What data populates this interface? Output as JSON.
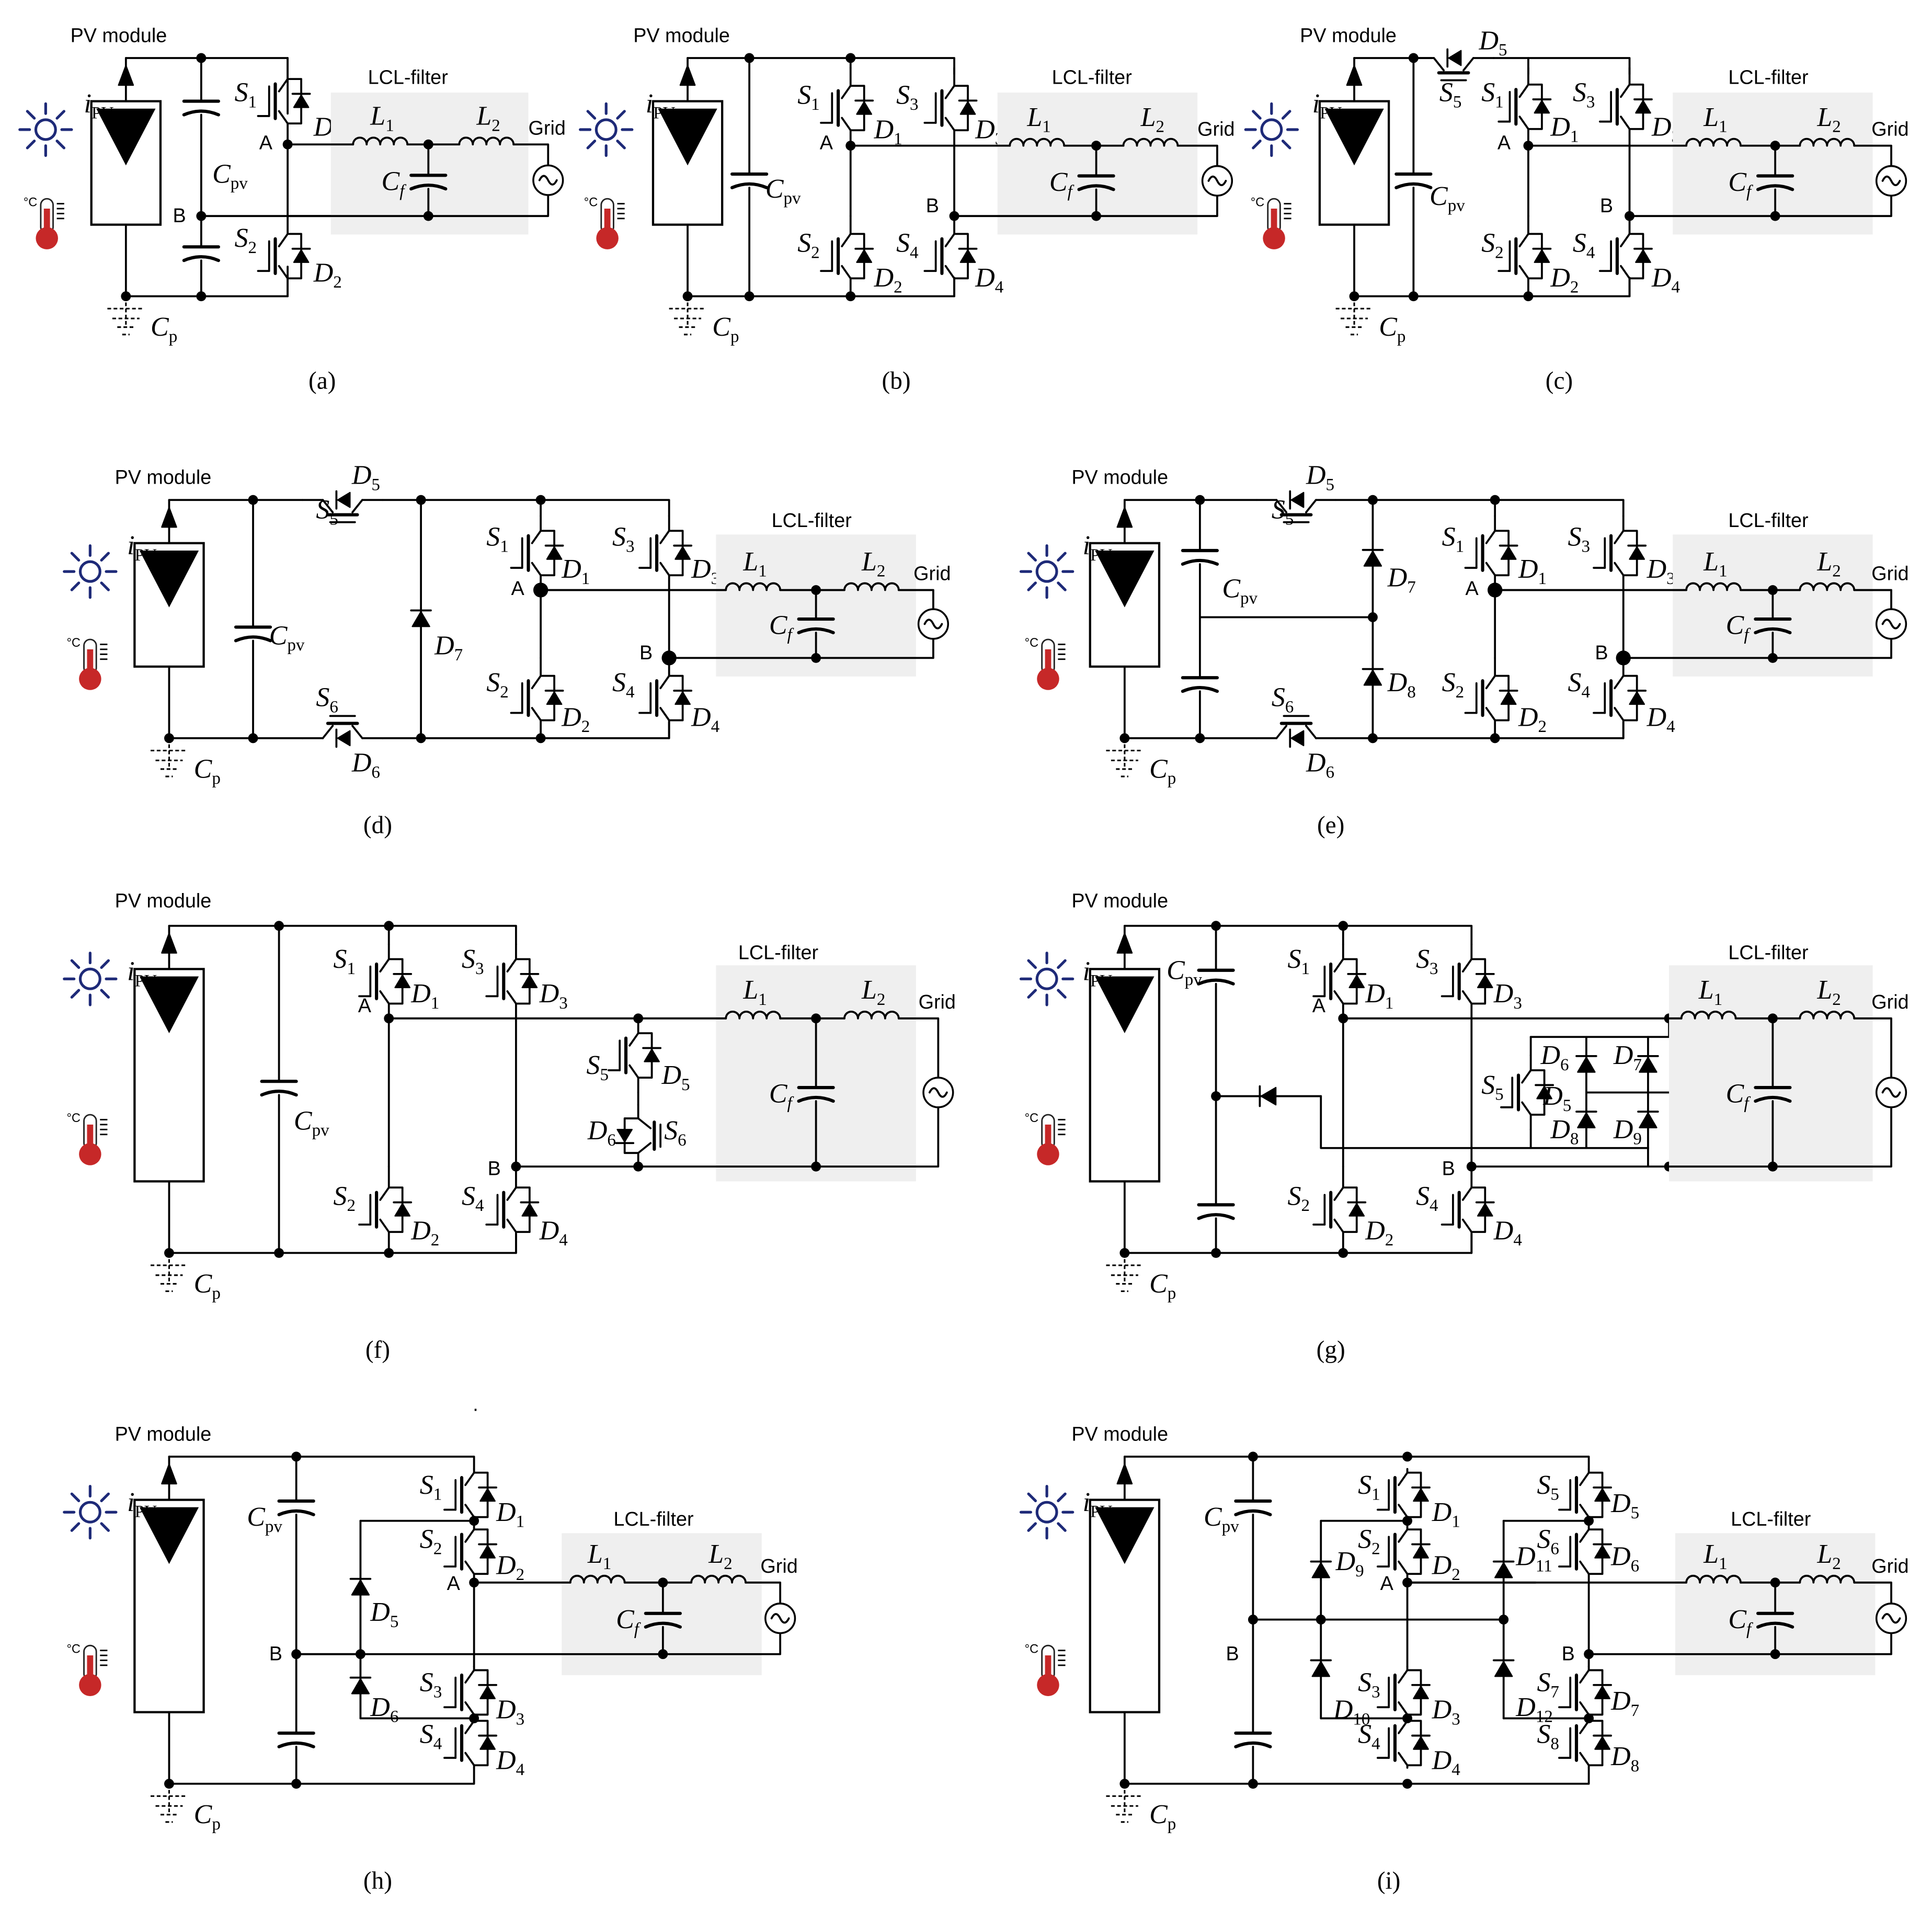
{
  "labels": {
    "pv_module": "PV module",
    "lcl_filter": "LCL-filter",
    "grid": "Grid",
    "node_a": "A",
    "node_b": "B",
    "temp_unit": "°C",
    "stray_dot": "."
  },
  "symbols": {
    "i_main": "i",
    "i_sub": "PV",
    "cpv_main": "C",
    "cpv_sub": "pv",
    "cp_main": "C",
    "cp_sub": "p",
    "cf_main": "C",
    "cf_sub": "f",
    "l1_main": "L",
    "l1_sub": "1",
    "l2_main": "L",
    "l2_sub": "2",
    "s_main": "S",
    "d_main": "D",
    "n1": "1",
    "n2": "2",
    "n3": "3",
    "n4": "4",
    "n5": "5",
    "n6": "6",
    "n7": "7",
    "n8": "8",
    "n9": "9",
    "n10": "10",
    "n11": "11",
    "n12": "12"
  },
  "captions": {
    "a": "(a)",
    "b": "(b)",
    "c": "(c)",
    "d": "(d)",
    "e": "(e)",
    "f": "(f)",
    "g": "(g)",
    "h": "(h)",
    "i": "(i)"
  },
  "colors": {
    "sun": "#1e2a78",
    "thermometer": "#c62828",
    "filter_background": "#efefef"
  },
  "icons": [
    "sun-icon",
    "thermometer-icon",
    "pv-module-icon",
    "grid-source-icon",
    "ground-icon"
  ]
}
